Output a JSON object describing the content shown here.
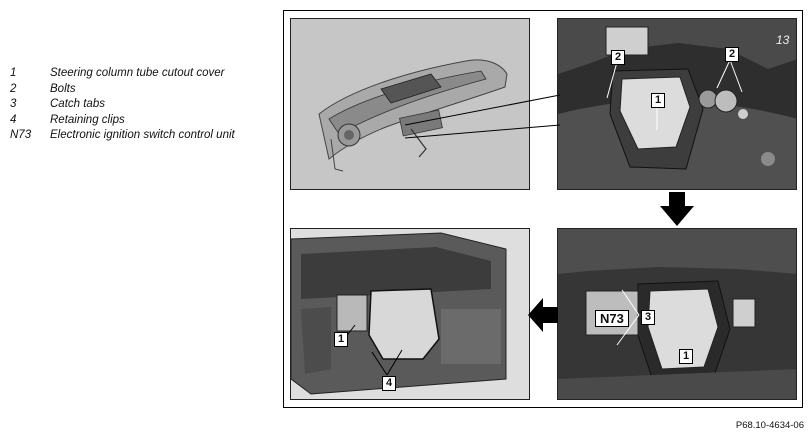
{
  "legend": [
    {
      "key": "1",
      "text": "Steering column tube cutout cover"
    },
    {
      "key": "2",
      "text": "Bolts"
    },
    {
      "key": "3",
      "text": "Catch tabs"
    },
    {
      "key": "4",
      "text": "Retaining clips"
    },
    {
      "key": "N73",
      "text": "Electronic ignition switch control unit"
    }
  ],
  "callouts": {
    "tr_bolt_left": "2",
    "tr_bolt_right": "2",
    "tr_cover": "1",
    "br_n73": "N73",
    "br_tabs": "3",
    "br_cover": "1",
    "bl_cover": "1",
    "bl_clips": "4"
  },
  "top_right_corner_text": "13",
  "figure_code": "P68.10-4634-06"
}
